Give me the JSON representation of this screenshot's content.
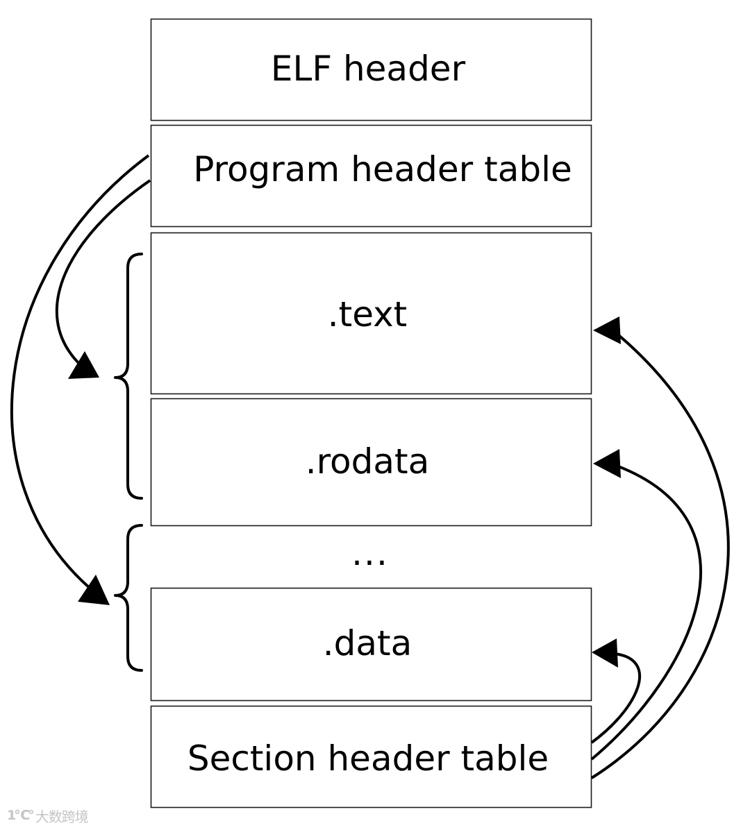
{
  "diagram": {
    "blocks": [
      {
        "id": "elf-header",
        "label": "ELF header"
      },
      {
        "id": "program-header-table",
        "label": "Program header table"
      },
      {
        "id": "text",
        "label": ".text"
      },
      {
        "id": "rodata",
        "label": ".rodata"
      },
      {
        "id": "data",
        "label": ".data"
      },
      {
        "id": "section-header-table",
        "label": "Section header table"
      }
    ],
    "ellipsis": "...",
    "segments": [
      {
        "id": "segment-1",
        "covers": [
          ".text",
          ".rodata"
        ]
      },
      {
        "id": "segment-2",
        "covers": [
          "...",
          ".data"
        ]
      }
    ],
    "edges": [
      {
        "from": "Program header table",
        "to": "segment-1"
      },
      {
        "from": "Program header table",
        "to": "segment-2"
      },
      {
        "from": "Section header table",
        "to": ".text"
      },
      {
        "from": "Section header table",
        "to": ".rodata"
      },
      {
        "from": "Section header table",
        "to": ".data"
      }
    ]
  },
  "watermark": {
    "logo_text": "1℃°",
    "text": "大数跨境"
  }
}
